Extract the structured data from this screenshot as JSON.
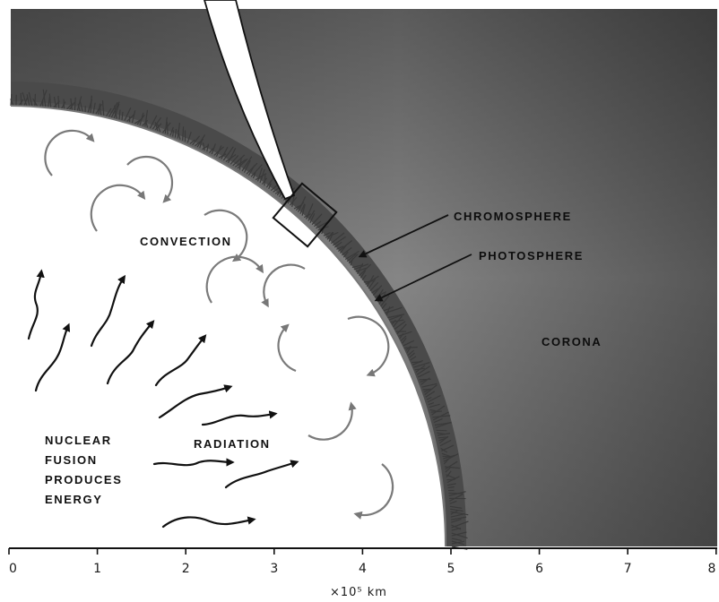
{
  "labels": {
    "chromosphere": "CHROMOSPHERE",
    "photosphere": "PHOTOSPHERE",
    "corona": "CORONA",
    "convection": "CONVECTION",
    "radiation": "RADIATION",
    "nuclear_1": "NUCLEAR",
    "nuclear_2": "FUSION",
    "nuclear_3": "PRODUCES",
    "nuclear_4": "ENERGY"
  },
  "axis": {
    "ticks": [
      "0",
      "1",
      "2",
      "3",
      "4",
      "5",
      "6",
      "7",
      "8"
    ],
    "unit": "×10⁵ km"
  },
  "colors": {
    "corona_light": "#9a9a9a",
    "corona_dark": "#3c3c3c",
    "core": "#ffffff",
    "convection_arrow": "#7a7a7a",
    "radiation_arrow": "#111111"
  }
}
